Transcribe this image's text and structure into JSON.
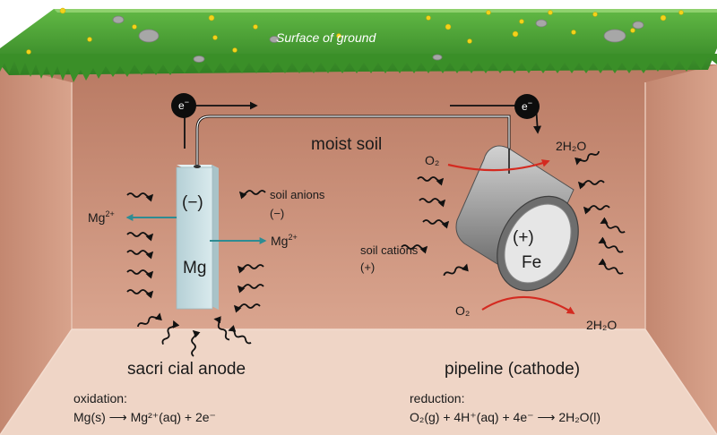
{
  "ground": {
    "surface_label": "Surface of ground"
  },
  "soil": {
    "label": "moist soil",
    "anions_label": "soil anions",
    "anions_charge": "(−)",
    "cations_label": "soil cations",
    "cations_charge": "(+)"
  },
  "electron": {
    "symbol": "e",
    "charge": "−"
  },
  "anode": {
    "charge": "(−)",
    "metal": "Mg",
    "ion": "Mg",
    "ion_charge": "2+",
    "caption": "sacri cial anode",
    "reaction_title": "oxidation:",
    "reaction": "Mg(s) ⟶ Mg²⁺(aq) + 2e⁻"
  },
  "cathode": {
    "charge": "(+)",
    "metal": "Fe",
    "oxygen": "O₂",
    "water": "2H₂O",
    "caption": "pipeline (cathode)",
    "reaction_title": "reduction:",
    "reaction": "O₂(g) + 4H⁺(aq) + 4e⁻ ⟶ 2H₂O(l)"
  },
  "colors": {
    "grass": "#3f9a2c",
    "soil": "#c98e77",
    "soil_floor": "#efd5c6",
    "anode": "#c9dfe3",
    "pipe": "#8d8d8d",
    "ion_arrow": "#2e8c93",
    "o2_arrow": "#d42a20"
  }
}
